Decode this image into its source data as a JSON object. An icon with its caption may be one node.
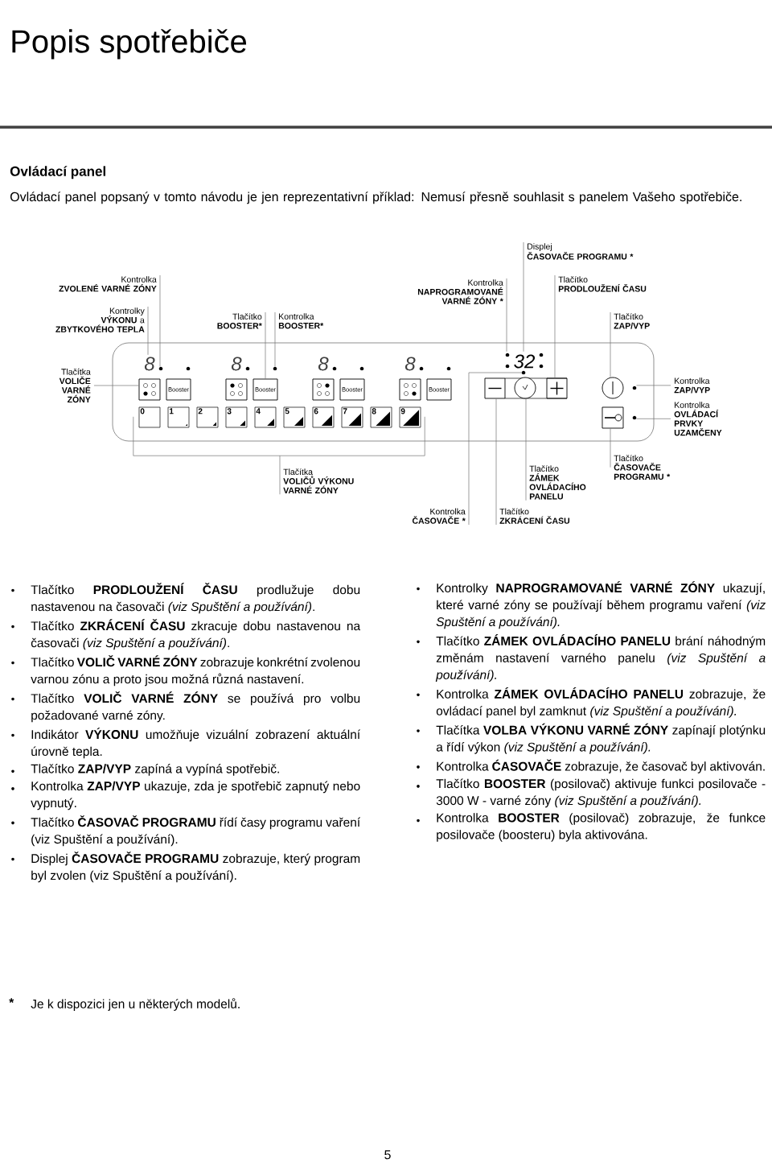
{
  "diagram": {
    "title": "Popis spotřebiče",
    "nodes": [
      {
        "text": [
          "Displej",
          "ČASOVAČE PROGRAMU *"
        ]
      },
      {
        "text": [
          "Kontrolka",
          "ZVOLENÉ VARNÉ ZÓNY"
        ]
      },
      {
        "text": [
          "Kontrolka",
          "NAPROGRAMOVANÉ VARNÉ ZÓNY *"
        ]
      },
      {
        "text": [
          "Tlačítko",
          "PRODLOUŽENÍ ČASU"
        ]
      },
      {
        "text": [
          "Kontrolky",
          "**VÝKONU** a **ZBYTKOVÉHO TEPLA**"
        ]
      },
      {
        "text": [
          "Tlačítko",
          "BOOSTER*"
        ]
      },
      {
        "text": [
          "Kontrolka",
          "BOOSTER*"
        ]
      },
      {
        "text": [
          "Tlačítko",
          "ZAP/VYP"
        ]
      },
      {
        "text": [
          "Tlačítka",
          "VOLIČE VARNÉ ZÓNY"
        ]
      },
      {
        "text": [
          "Kontrolka",
          "ZAP/VYP"
        ]
      },
      {
        "text": [
          "Kontrolka",
          "OVLÁDACÍ PRVKY UZAMČENY"
        ]
      },
      {
        "text": [
          "Tlačítka",
          "VOLIČŮ VÝKONU VARNÉ ZÓNY"
        ]
      },
      {
        "text": [
          "Tlačítko",
          "ZÁMEK OVLÁDACÍHO PANELU"
        ]
      },
      {
        "text": [
          "Tlačítko",
          "ČASOVAČE PROGRAMU *"
        ]
      },
      {
        "text": [
          "Kontrolka",
          "ČASOVAČE *"
        ]
      },
      {
        "text": [
          "Tlačítko",
          "ZKRÁCENÍ ČASU"
        ]
      },
      {
        "text": [
          "8"
        ]
      },
      {
        "text": [
          "8"
        ]
      },
      {
        "text": [
          "8"
        ]
      },
      {
        "text": [
          "8"
        ]
      },
      {
        "text": [],
        "shape": "circle"
      },
      {
        "text": [],
        "shape": "circle"
      },
      {
        "text": [],
        "shape": "circle"
      },
      {
        "text": [],
        "shape": "circle"
      },
      {
        "text": [],
        "shape": "circle"
      },
      {
        "text": [],
        "shape": "circle"
      },
      {
        "text": [],
        "shape": "circle"
      },
      {
        "text": [],
        "shape": "circle"
      },
      {
        "text": [],
        "shape": "box"
      },
      {
        "text": [],
        "shape": "box"
      },
      {
        "text": [],
        "shape": "box"
      },
      {
        "text": [],
        "shape": "box"
      },
      {
        "text": [
          "Booster"
        ]
      },
      {
        "text": [
          "Booster"
        ]
      },
      {
        "text": [
          "Booster"
        ]
      },
      {
        "text": [
          "Booster"
        ]
      },
      {
        "text": [
          "0"
        ]
      },
      {
        "text": [
          "1"
        ]
      },
      {
        "text": [
          "2"
        ]
      },
      {
        "text": [
          "3"
        ]
      },
      {
        "text": [
          "4"
        ]
      },
      {
        "text": [
          "5"
        ]
      },
      {
        "text": [
          "6"
        ]
      },
      {
        "text": [
          "7"
        ]
      },
      {
        "text": [
          "8"
        ]
      },
      {
        "text": [
          "9"
        ]
      },
      {
        "text": [
          "32"
        ]
      },
      {
        "text": [],
        "shape": "circle"
      },
      {
        "text": [],
        "shape": "box"
      },
      {
        "text": [],
        "shape": "circle"
      },
      {
        "text": [],
        "shape": "box"
      },
      {
        "text": [],
        "shape": "circle"
      },
      {
        "text": [],
        "shape": "circle"
      },
      {
        "text": [],
        "shape": "box"
      },
      {
        "text": [],
        "shape": "circle"
      },
      {
        "text": [],
        "shape": "bracket"
      }
    ],
    "edges": [
      {
        "from": 0,
        "to": 46,
        "arrow": "none"
      },
      {
        "from": 1,
        "to": 20,
        "arrow": "none"
      },
      {
        "from": 2,
        "to": 46,
        "arrow": "none"
      },
      {
        "from": 3,
        "to": 50,
        "arrow": "none"
      },
      {
        "from": 4,
        "to": 16,
        "arrow": "none"
      },
      {
        "from": 5,
        "to": 33,
        "arrow": "none"
      },
      {
        "from": 6,
        "to": 23,
        "arrow": "none"
      },
      {
        "from": 7,
        "to": 51,
        "arrow": "none"
      },
      {
        "from": 8,
        "to": 28,
        "arrow": "none"
      },
      {
        "from": 9,
        "to": 52,
        "arrow": "none"
      },
      {
        "from": 10,
        "to": 54,
        "arrow": "none"
      },
      {
        "from": 11,
        "to": 55,
        "arrow": "none"
      },
      {
        "from": 12,
        "to": 49,
        "arrow": "none"
      },
      {
        "from": 13,
        "to": 53,
        "arrow": "none"
      },
      {
        "from": 14,
        "to": 47,
        "arrow": "none"
      },
      {
        "from": 15,
        "to": 48,
        "arrow": "none"
      }
    ],
    "labels": [
      "Ovládací panel",
      "Ovládací panel popsaný v tomto návodu je jen reprezentativní příklad: Nemusí přesně souhlasit s panelem Vašeho spotřebiče.",
      "Tlačítko **PRODLOUŽENÍ ČASU** prodlužuje dobu nastavenou na časovači *(viz Spuštění a používání)*.",
      "Tlačítko **ZKRÁCENÍ ČASU** zkracuje dobu nastavenou na časovači *(viz Spuštění a používání)*.",
      "Tlačítko **VOLIČ VARNÉ ZÓNY** zobrazuje konkrétní zvolenou varnou zónu a proto jsou možná různá nastavení.",
      "Tlačítko **VOLIČ VARNÉ ZÓNY** se používá pro volbu požadované varné zóny.",
      "Indikátor **VÝKONU** umožňuje vizuální zobrazení aktuální úrovně tepla.",
      "Tlačítko **ZAP/VYP** zapíná a vypíná spotřebič.",
      "Kontrolka **ZAP/VYP** ukazuje, zda je spotřebič zapnutý nebo vypnutý.",
      "Tlačítko **ČASOVAČ PROGRAMU** řídí časy programu vaření (viz Spuštění a používání).",
      "Displej **ČASOVAČE PROGRAMU** zobrazuje, který program byl zvolen (viz Spuštění a používání).",
      "Kontrolky **NAPROGRAMOVANÉ VARNÉ ZÓNY** ukazují, které varné zóny se používají během programu vaření *(viz Spuštění a používání).*",
      "Tlačítko **ZÁMEK OVLÁDACÍHO PANELU** brání náhodným změnám nastavení varného panelu *(viz Spuštění a používání).*",
      "Kontrolka **ZÁMEK OVLÁDACÍHO PANELU** zobrazuje, že ovládací panel byl zamknut *(viz Spuštění a používání).*",
      "Tlačítka **VOLBA VÝKONU VARNÉ ZÓNY** zapínají plotýnku a řídí výkon *(viz Spuštění a používání).*",
      "Kontrolka **ĆASOVAČE** zobrazuje, že časovač byl aktivován.",
      "Tlačítko **BOOSTER** (posilovač) aktivuje funkci posilovače - 3000 W - varné zóny *(viz Spuštění a používání).*",
      "Kontrolka **BOOSTER** (posilovač) zobrazuje, že funkce posilovače (boosteru) byla aktivována.",
      "*",
      "Je k dispozici jen u některých modelů.",
      "5"
    ]
  }
}
